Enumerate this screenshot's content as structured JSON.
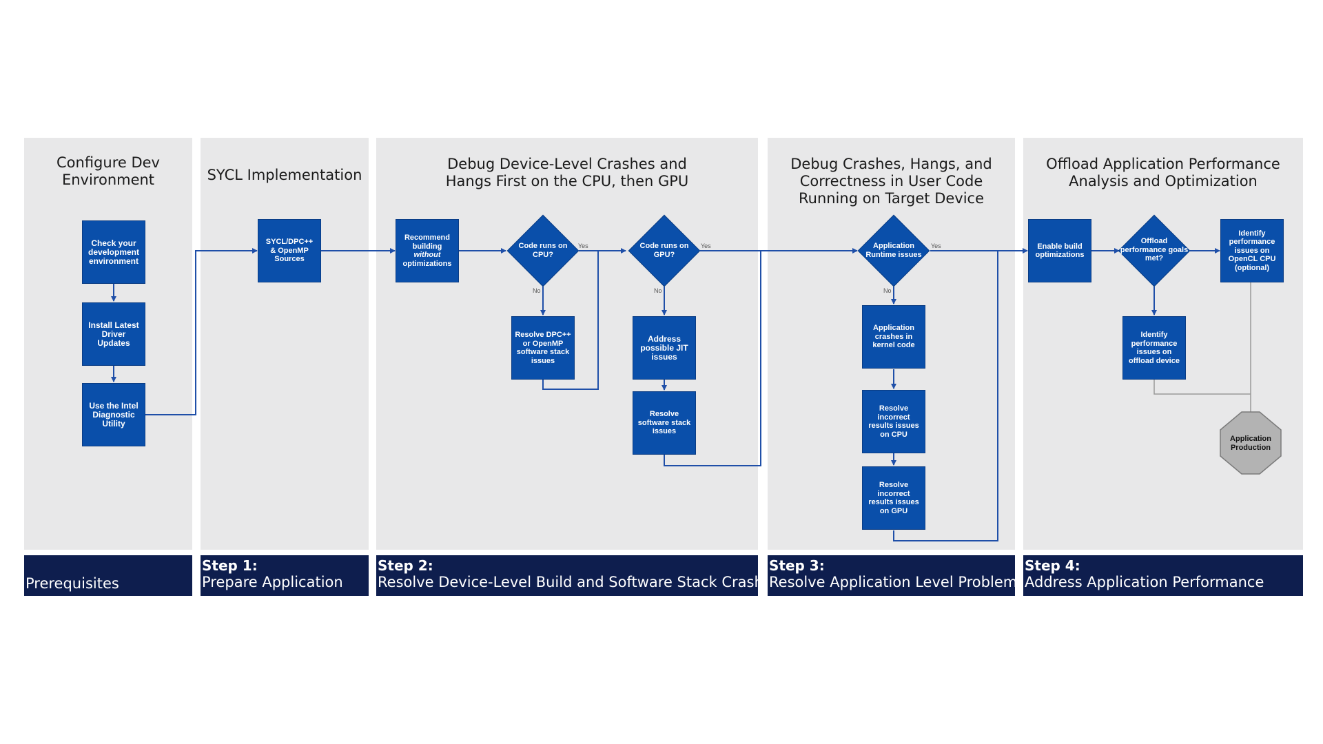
{
  "columns": [
    {
      "title": "Configure Dev\nEnvironment",
      "step": "",
      "subtitle": "Prerequisites"
    },
    {
      "title": "SYCL Implementation",
      "step": "Step 1:",
      "subtitle": "Prepare Application"
    },
    {
      "title": "Debug Device-Level Crashes and\nHangs First on the CPU, then GPU",
      "step": "Step 2:",
      "subtitle": "Resolve Device-Level Build and Software Stack Crashes"
    },
    {
      "title": "Debug Crashes, Hangs, and\nCorrectness in User Code\nRunning on Target Device",
      "step": "Step 3:",
      "subtitle": "Resolve Application Level Problems"
    },
    {
      "title": "Offload Application Performance\nAnalysis and Optimization",
      "step": "Step 4:",
      "subtitle": "Address Application Performance"
    }
  ],
  "nodes": {
    "check_env": "Check your\ndevelopment\nenvironment",
    "install_drivers": "Install Latest\nDriver\nUpdates",
    "diag_utility": "Use the Intel\nDiagnostic\nUtility",
    "sources": "SYCL/DPC++\n& OpenMP\nSources",
    "recommend_a": "Recommend\nbuilding",
    "recommend_b": "without",
    "recommend_c": "optimizations",
    "code_cpu": "Code runs on\nCPU?",
    "resolve_stack_cpu": "Resolve DPC++\nor OpenMP\nsoftware stack\nissues",
    "code_gpu": "Code runs on\nGPU?",
    "address_jit": "Address\npossible JIT\nissues",
    "resolve_stack_gpu": "Resolve\nsoftware stack\nissues",
    "app_runtime": "Application\nRuntime issues",
    "app_crashes": "Application\ncrashes in\nkernel code",
    "incorrect_cpu": "Resolve\nincorrect\nresults issues\non CPU",
    "incorrect_gpu": "Resolve\nincorrect\nresults issues\non GPU",
    "enable_build": "Enable build\noptimizations",
    "perf_goals": "Offload\nperformance goals\nmet?",
    "identify_opencl": "Identify\nperformance\nissues on\nOpenCL CPU\n(optional)",
    "identify_offload": "Identify\nperformance\nissues on\noffload device",
    "production": "Application\nProduction"
  },
  "edge_labels": {
    "yes": "Yes",
    "no": "No"
  },
  "colors": {
    "box": "#0a4faa",
    "line": "#1f4fa8",
    "panel": "#e8e8e9",
    "footer": "#0e1e4e",
    "octagon": "#b3b3b3"
  }
}
